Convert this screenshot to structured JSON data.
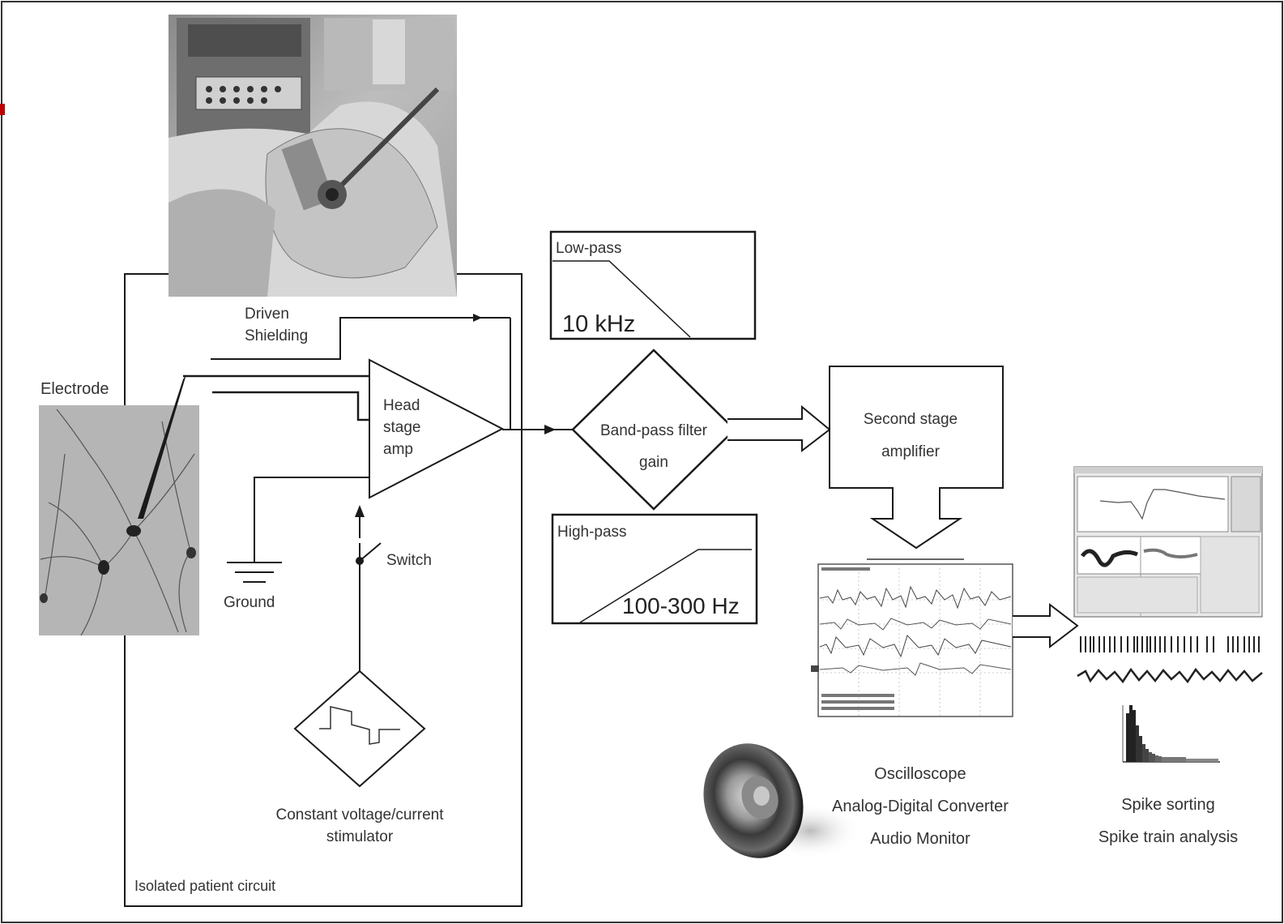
{
  "labels": {
    "driven_shielding_line1": "Driven",
    "driven_shielding_line2": "Shielding",
    "electrode": "Electrode",
    "head_stage_line1": "Head",
    "head_stage_line2": "stage",
    "head_stage_line3": "amp",
    "ground": "Ground",
    "switch": "Switch",
    "stimulator_line1": "Constant voltage/current",
    "stimulator_line2": "stimulator",
    "isolated_circuit": "Isolated patient circuit",
    "low_pass_title": "Low-pass",
    "low_pass_value": "10 kHz",
    "band_pass_line1": "Band-pass filter",
    "band_pass_line2": "gain",
    "high_pass_title": "High-pass",
    "high_pass_value": "100-300 Hz",
    "second_stage_line1": "Second stage",
    "second_stage_line2": "amplifier",
    "oscilloscope": "Oscilloscope",
    "adc": "Analog-Digital Converter",
    "audio_monitor": "Audio Monitor",
    "spike_sorting": "Spike sorting",
    "spike_train": "Spike train analysis"
  },
  "colors": {
    "line": "#1a1a1a",
    "text": "#333333",
    "accent_red": "#c00000",
    "photo_gray": "#9a9a9a",
    "neuron_bg": "#b8b8b8"
  },
  "icons": {
    "speaker": "speaker-icon",
    "ground": "ground-symbol-icon",
    "switch": "switch-icon"
  }
}
